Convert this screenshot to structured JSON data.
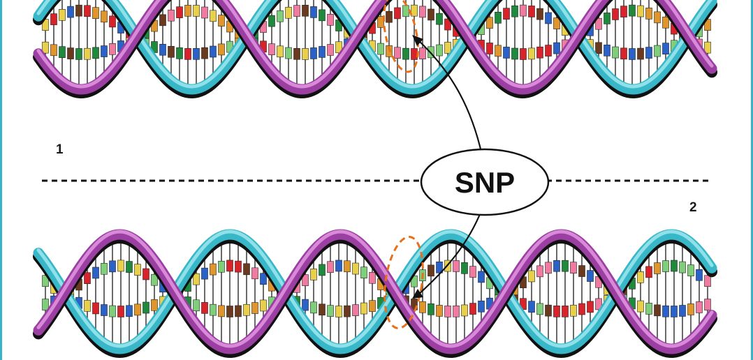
{
  "labels": {
    "strand_one": "1",
    "strand_two": "2",
    "snp": "SNP"
  },
  "colors": {
    "background": "#ffffff",
    "frame": "#39b3c9",
    "strand_purple": "#9c3fa3",
    "strand_purple_light": "#d88ad9",
    "strand_teal": "#37b7c7",
    "strand_teal_light": "#8fe0e8",
    "strand_dark": "#111111",
    "highlight": "#e8701a",
    "divider": "#111111",
    "bases": [
      "#d9222a",
      "#1f8a3b",
      "#2a62c9",
      "#e0962a",
      "#6b3a1e",
      "#f07aa0",
      "#7fcf7a",
      "#e8d04a"
    ]
  },
  "icons": {
    "helix": "dna-double-helix",
    "arrow": "curved-arrow",
    "highlight": "dashed-ellipse"
  }
}
